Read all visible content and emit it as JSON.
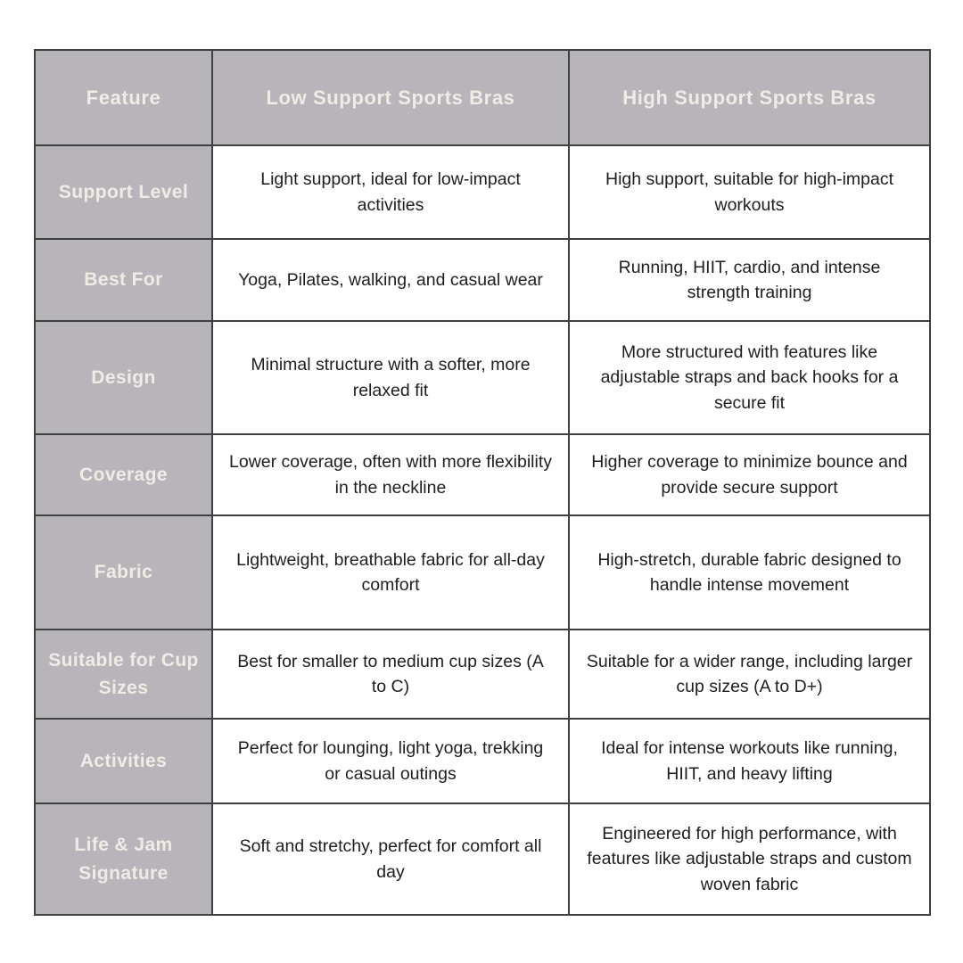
{
  "colors": {
    "header_bg": "#b7b5b9",
    "header_text": "#f0ebe6",
    "body_text": "#1e1e1e",
    "border": "#3f3f3f",
    "cell_bg": "#ffffff",
    "page_bg": "#ffffff"
  },
  "table": {
    "header": {
      "feature": "Feature",
      "low": "Low Support Sports Bras",
      "high": "High Support Sports Bras"
    },
    "rows": [
      {
        "feature": "Support Level",
        "low": "Light support, ideal for low-impact activities",
        "high": "High support, suitable for high-impact workouts"
      },
      {
        "feature": "Best For",
        "low": "Yoga, Pilates, walking, and casual wear",
        "high": "Running, HIIT, cardio, and intense strength training"
      },
      {
        "feature": "Design",
        "low": "Minimal structure with a softer, more relaxed fit",
        "high": "More structured with features like adjustable straps and back hooks for a secure fit"
      },
      {
        "feature": "Coverage",
        "low": "Lower coverage, often with more flexibility in the neckline",
        "high": "Higher coverage to minimize bounce and provide secure support"
      },
      {
        "feature": "Fabric",
        "low": "Lightweight, breathable fabric for all-day comfort",
        "high": "High-stretch, durable fabric designed to handle intense movement"
      },
      {
        "feature": "Suitable for Cup Sizes",
        "low": "Best for smaller to medium cup sizes (A to C)",
        "high": "Suitable for a wider range, including larger cup sizes (A to D+)"
      },
      {
        "feature": "Activities",
        "low": "Perfect for lounging, light yoga, trekking or casual outings",
        "high": "Ideal for intense workouts like running, HIIT, and heavy lifting"
      },
      {
        "feature": "Life & Jam Signature",
        "low": "Soft and stretchy, perfect for comfort all day",
        "high": "Engineered for high performance, with features like adjustable straps and custom woven fabric"
      }
    ]
  }
}
